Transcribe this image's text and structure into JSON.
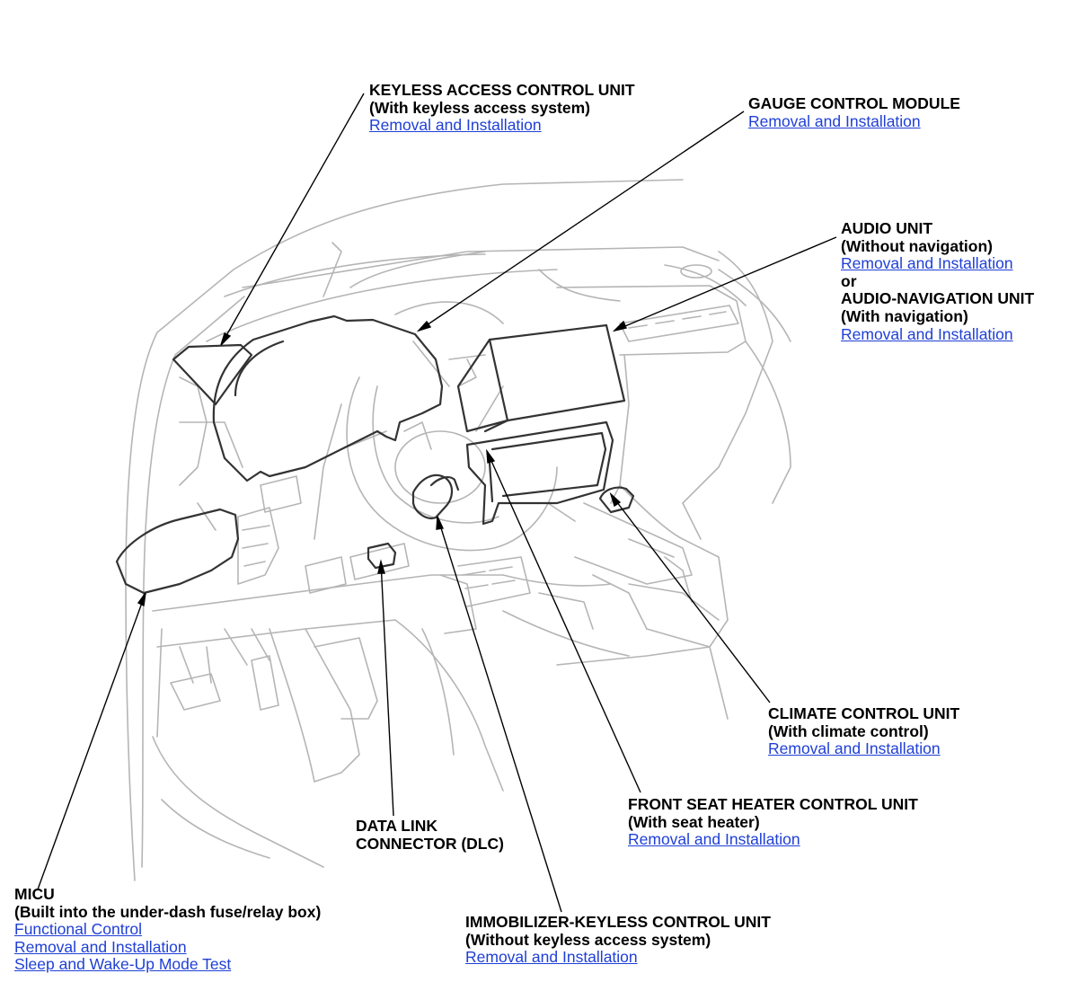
{
  "callouts": {
    "keyless_access": {
      "title": "KEYLESS ACCESS CONTROL UNIT",
      "sub": "(With keyless access system)",
      "links": [
        "Removal and Installation"
      ]
    },
    "gauge": {
      "title": "GAUGE CONTROL MODULE",
      "links": [
        "Removal and Installation"
      ]
    },
    "audio": {
      "title": "AUDIO UNIT",
      "sub": "(Without navigation)",
      "link1": "Removal and Installation",
      "or": "or",
      "title2": "AUDIO-NAVIGATION UNIT",
      "sub2": "(With navigation)",
      "link2": "Removal and Installation"
    },
    "micu": {
      "title": "MICU",
      "sub": "(Built into the under-dash fuse/relay box)",
      "links": [
        "Functional Control",
        "Removal and Installation",
        "Sleep and Wake-Up Mode Test"
      ]
    },
    "dlc": {
      "title": "DATA LINK",
      "title_line2": "CONNECTOR (DLC)"
    },
    "immobilizer": {
      "title": "IMMOBILIZER-KEYLESS CONTROL UNIT",
      "sub": "(Without keyless access system)",
      "links": [
        "Removal and Installation"
      ]
    },
    "seat_heater": {
      "title": "FRONT SEAT HEATER CONTROL UNIT",
      "sub": "(With seat heater)",
      "links": [
        "Removal and Installation"
      ]
    },
    "climate": {
      "title": "CLIMATE CONTROL UNIT",
      "sub": "(With climate control)",
      "links": [
        "Removal and Installation"
      ]
    }
  },
  "colors": {
    "link": "#1f3fd6",
    "outline": "#b5b5b5",
    "component": "#333333",
    "leader": "#000000"
  }
}
